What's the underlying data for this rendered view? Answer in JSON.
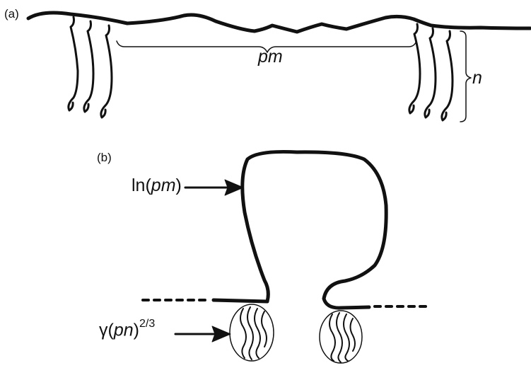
{
  "panel_a": {
    "label": "(a)",
    "width_label": "pm",
    "height_label": "n"
  },
  "panel_b": {
    "label": "(b)",
    "loop_label": {
      "prefix": "ln(",
      "var": "pm",
      "suffix": ")"
    },
    "blob_label": {
      "symbol": "γ",
      "open": "(",
      "var": "pn",
      "close": ")",
      "exponent": "2/3"
    }
  },
  "colors": {
    "ink": "#111111",
    "background": "#ffffff"
  }
}
